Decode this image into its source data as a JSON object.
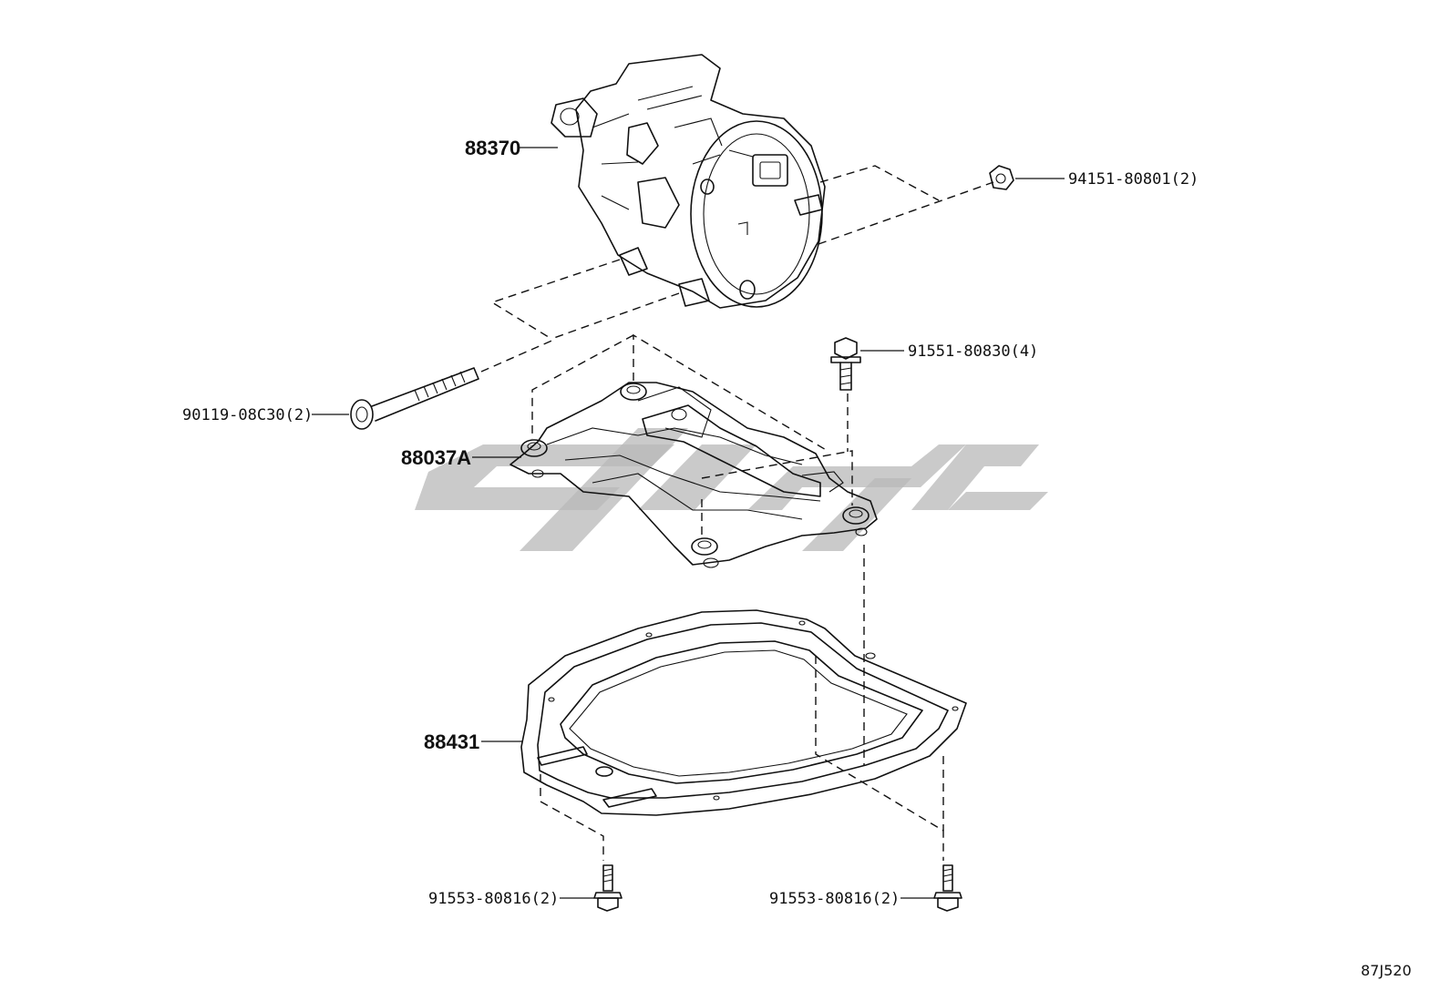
{
  "diagram": {
    "callouts": [
      {
        "id": "compressor",
        "text": "88370"
      },
      {
        "id": "nut",
        "text": "94151-80801(2)"
      },
      {
        "id": "long-bolt",
        "text": "90119-08C30(2)"
      },
      {
        "id": "flange-bolt",
        "text": "91551-80830(4)"
      },
      {
        "id": "bracket",
        "text": "88037A"
      },
      {
        "id": "insulator",
        "text": "88431"
      },
      {
        "id": "bolt-left",
        "text": "91553-80816(2)"
      },
      {
        "id": "bolt-right",
        "text": "91553-80816(2)"
      }
    ],
    "drawing_code": "87J520"
  }
}
